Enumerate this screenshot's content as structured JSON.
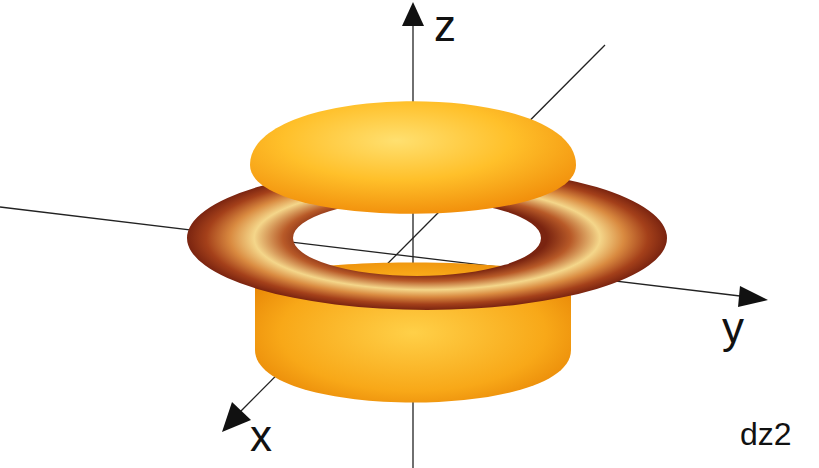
{
  "diagram": {
    "labels": [
      "z",
      "y",
      "x",
      "dz2"
    ]
  }
}
